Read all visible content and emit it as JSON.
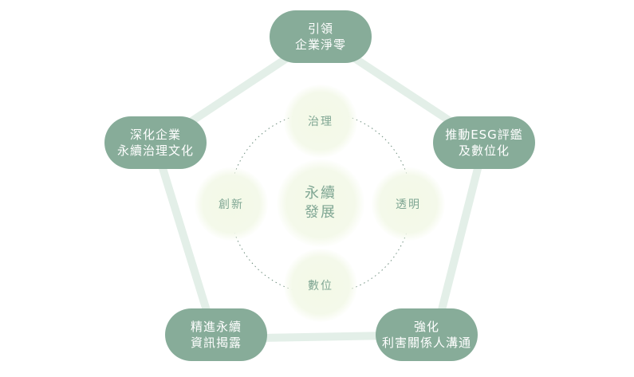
{
  "outer_nodes": [
    {
      "line1": "引領",
      "line2": "企業淨零"
    },
    {
      "line1": "推動ESG評鑑",
      "line2": "及數位化"
    },
    {
      "line1": "強化",
      "line2": "利害關係人溝通"
    },
    {
      "line1": "精進永續",
      "line2": "資訊揭露"
    },
    {
      "line1": "深化企業",
      "line2": "永續治理文化"
    }
  ],
  "inner_nodes": [
    "治理",
    "透明",
    "數位",
    "創新"
  ],
  "center": {
    "line1": "永續",
    "line2": "發展"
  },
  "colors": {
    "pill": "#87ac99",
    "ring_line": "#e3efe8",
    "glow": "#f3f9e7",
    "inner_text": "#7fa693",
    "dotted": "#6f8f7f"
  }
}
